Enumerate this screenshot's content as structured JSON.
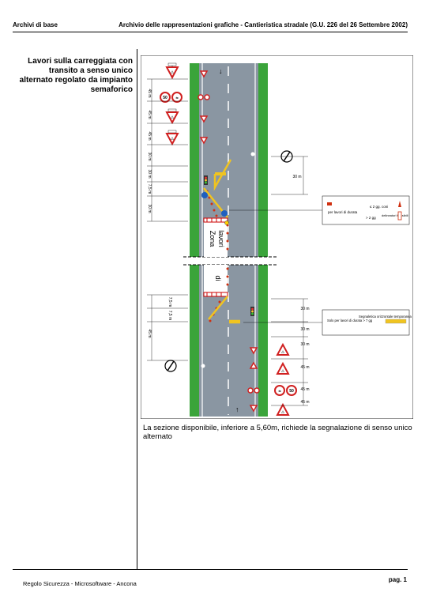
{
  "header": {
    "left": "Archivi di base",
    "right": "Archivio delle rappresentazioni grafiche - Cantieristica stradale (G.U. 226 del 26 Settembre 2002)"
  },
  "title": "Lavori sulla carreggiata con transito a senso unico alternato regolato da impianto semaforico",
  "description": "La sezione disponibile, inferiore a 5,60m, richiede la segnalazione di senso unico alternato",
  "footer": {
    "left": "Regolo Sicurezza - Microsoftware - Ancona",
    "page": "pag. 1"
  },
  "diagram": {
    "zone_label_top": "Zona",
    "zone_label_bottom": "lavori",
    "di_label": "di",
    "left_distances_top": [
      "45 m",
      "45 m",
      "45 m",
      "30 m",
      "30 m",
      "7,5 m",
      "30 m"
    ],
    "left_distances_bottom": [
      "7,5 m",
      "7,5 m",
      "45 m"
    ],
    "right_distances_top": [
      "30 m"
    ],
    "right_distances_bottom": [
      "30 m",
      "30 m",
      "30 m",
      "45 m",
      "45 m",
      "45 m"
    ],
    "sign_speed_1": "50",
    "sign_speed_2": "50",
    "legend1": {
      "label": "per lavori di durata",
      "row1": "≤ 2 gg. coni",
      "row2_prefix": "> 2 gg",
      "row2_text": "delineatori flessibili"
    },
    "legend2": {
      "left_text": "Solo per lavori di durata > 7 gg",
      "right_text": "Segnaletica orizzontale temporanea"
    },
    "colors": {
      "asphalt": "#8a96a2",
      "verge": "#3aa43a",
      "temporary_marking": "#f0c420",
      "sign_red": "#d02020"
    }
  }
}
